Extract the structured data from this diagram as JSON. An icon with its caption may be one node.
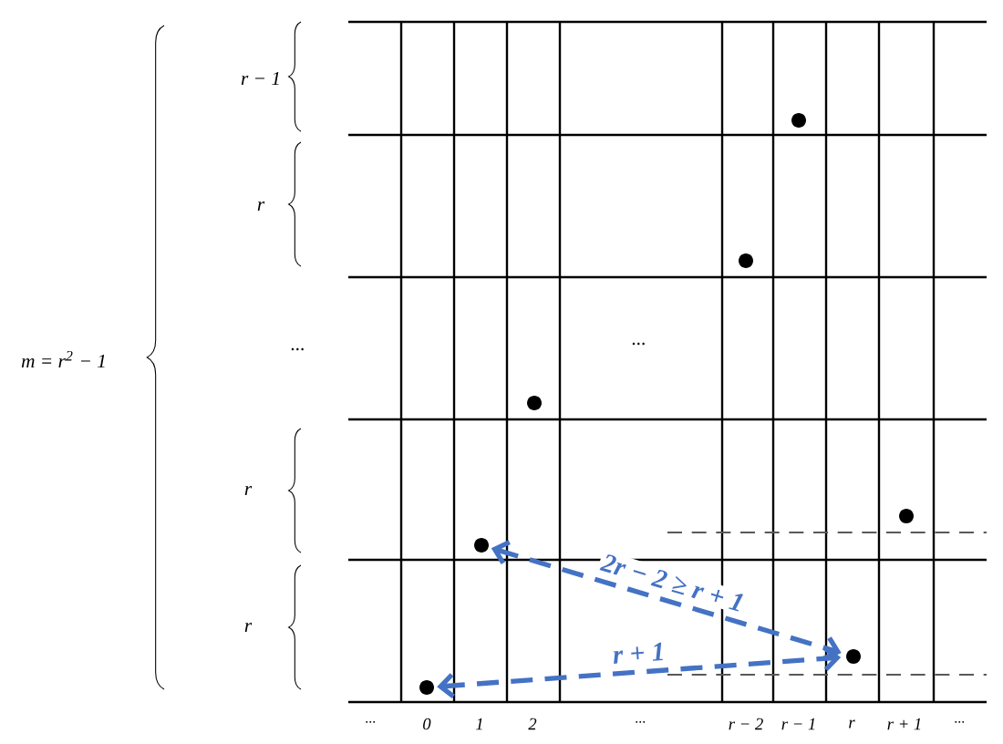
{
  "diagram": {
    "nodes": [
      {
        "text": [],
        "shape": "circle"
      },
      {
        "text": [],
        "shape": "circle"
      },
      {
        "text": [],
        "shape": "circle"
      },
      {
        "text": [],
        "shape": "circle"
      },
      {
        "text": [],
        "shape": "circle"
      },
      {
        "text": [],
        "shape": "circle"
      },
      {
        "text": [],
        "shape": "circle"
      }
    ],
    "edges": [
      {
        "from": 4,
        "to": 5,
        "arrow": "both",
        "label": "2r − 2 ≥ r + 1",
        "style": "dashed"
      },
      {
        "from": 6,
        "to": 5,
        "arrow": "both",
        "label": "r + 1",
        "style": "dashed"
      }
    ],
    "labels": [
      "r − 1",
      "r",
      "m = r$^{2}$ − 1",
      "···",
      "···",
      "r",
      "r",
      "···",
      "0",
      "1",
      "2",
      "···",
      "r − 2",
      "r − 1",
      "r",
      "r + 1",
      "···"
    ]
  }
}
